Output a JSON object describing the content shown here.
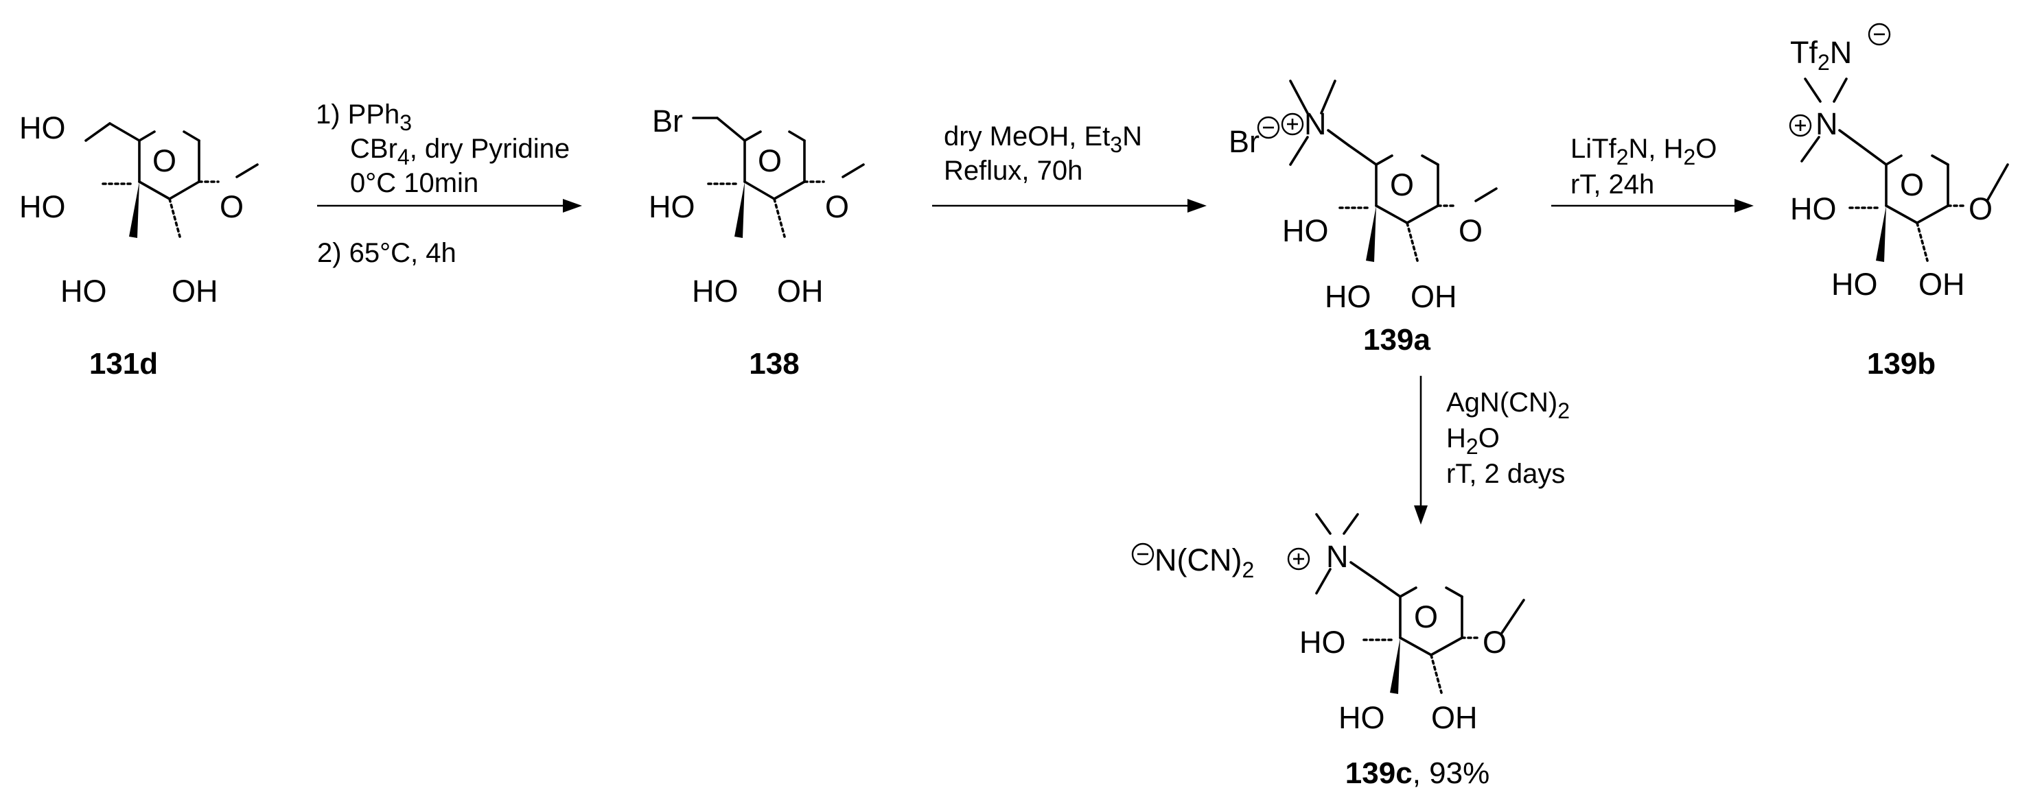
{
  "labels": {
    "c131d": "131d",
    "c138": "138",
    "c139a": "139a",
    "c139b": "139b",
    "c139c": "139c",
    "c139c_yield": ", 93%"
  },
  "atoms": {
    "ho": "HO",
    "oh": "OH",
    "o": "O",
    "br": "Br",
    "n": "N",
    "tf2n": "Tf",
    "tf2n_sub": "2",
    "tf2n_n": "N",
    "ncn": "N(CN)",
    "ncn_sub": "2"
  },
  "steps": {
    "step1": {
      "line1": "1) PPh",
      "line1_sub": "3",
      "line2": "CBr",
      "line2_sub": "4",
      "line2_tail": ", dry Pyridine",
      "line3": "0°C 10min",
      "line4": "2) 65°C, 4h"
    },
    "step2": {
      "line1": "dry MeOH, Et",
      "line1_sub": "3",
      "line1_tail": "N",
      "line2": "Reflux, 70h"
    },
    "step3": {
      "line1": "LiTf",
      "line1_sub": "2",
      "line1_tail": "N, H",
      "line1_sub2": "2",
      "line1_tail2": "O",
      "line2": "rT,  24h"
    },
    "step4": {
      "line1": "AgN(CN)",
      "line1_sub": "2",
      "line2": "H",
      "line2_sub": "2",
      "line2_tail": "O",
      "line3": "rT,  2 days"
    }
  }
}
